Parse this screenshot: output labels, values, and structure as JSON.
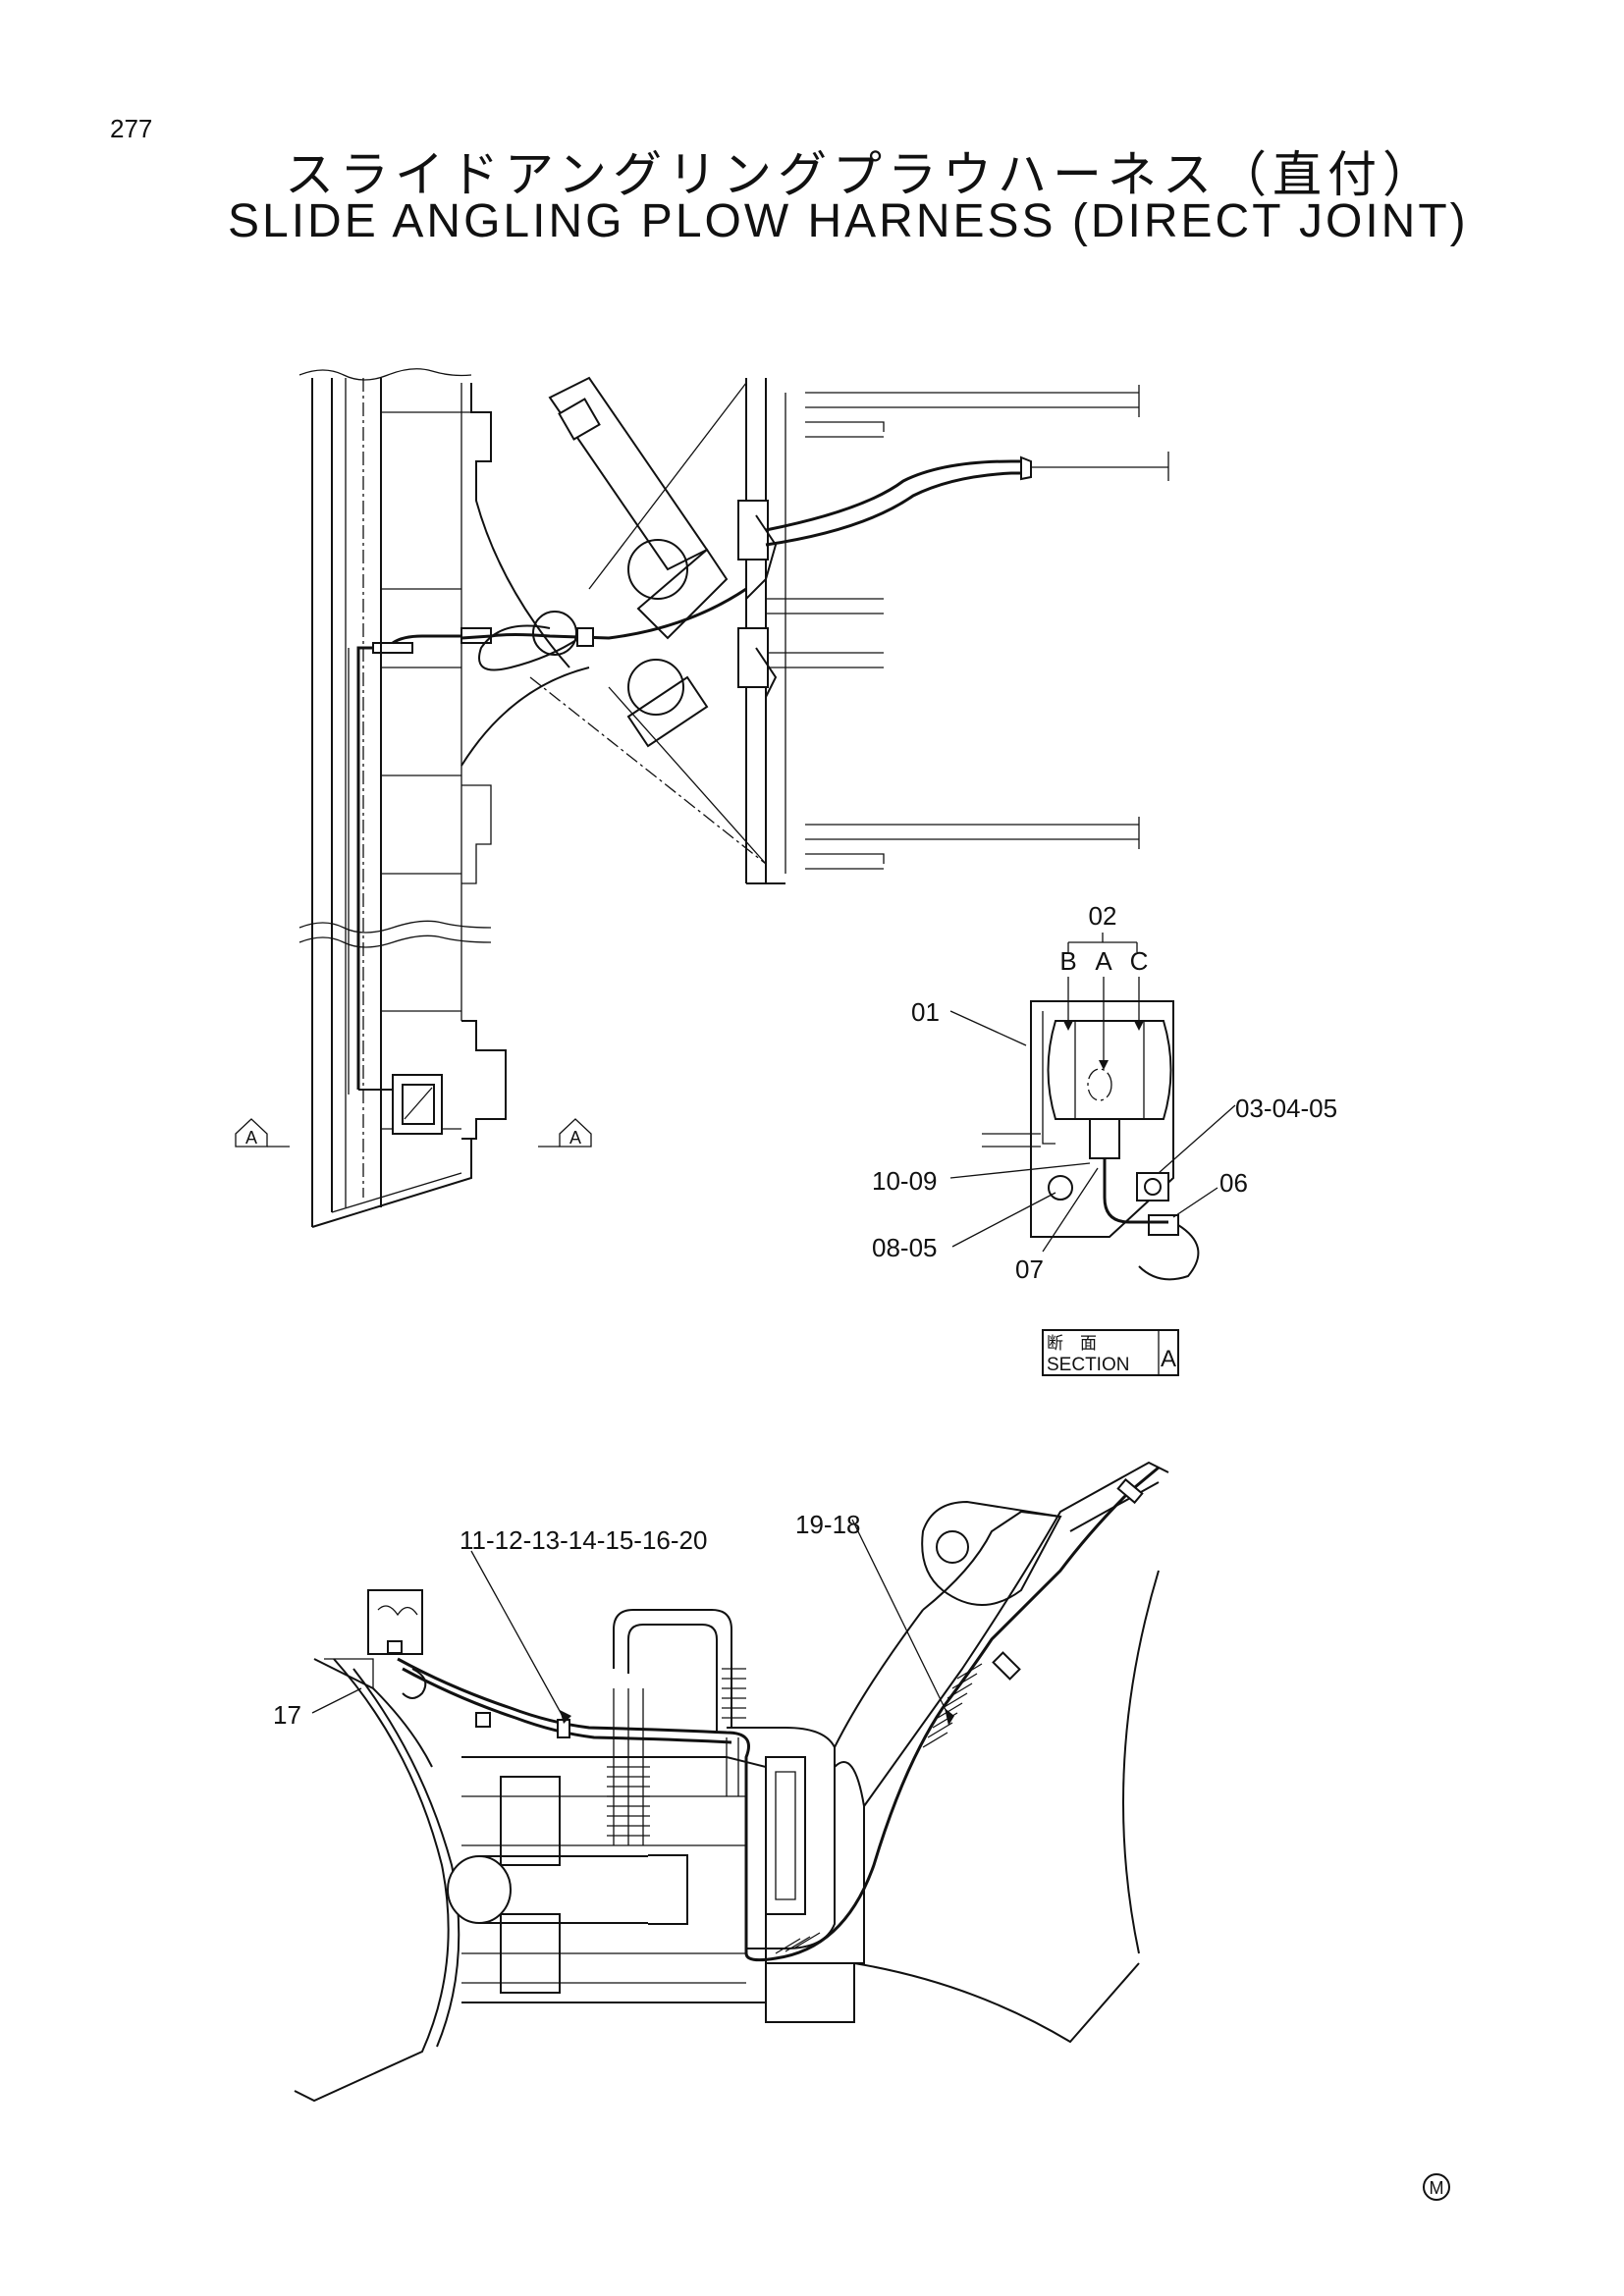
{
  "page_number": "277",
  "title_jp": "スライドアングリングプラウハーネス（直付）",
  "title_en": "SLIDE ANGLING PLOW HARNESS (DIRECT JOINT)",
  "callouts": {
    "c02": "02",
    "cB": "B",
    "cA": "A",
    "cC": "C",
    "c01": "01",
    "c030405": "03-04-05",
    "c1009": "10-09",
    "c06": "06",
    "c0805": "08-05",
    "c07": "07",
    "c1112": "11-12-13-14-15-16-20",
    "c1918": "19-18",
    "c17": "17"
  },
  "section_marker": {
    "letter": "A"
  },
  "section_label": {
    "jp_top": "断　面",
    "en": "SECTION",
    "letter": "A"
  },
  "maker_mark": "M"
}
